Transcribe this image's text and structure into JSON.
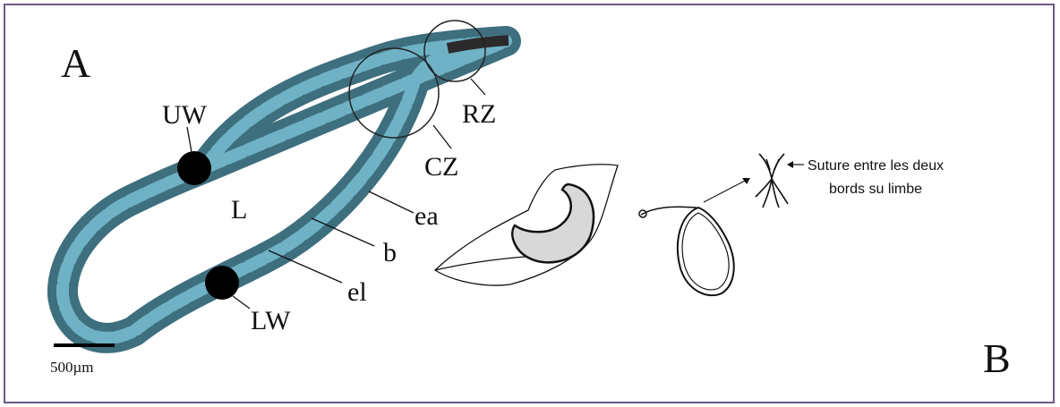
{
  "panel_a": {
    "panel_letter": "A",
    "labels": {
      "uw": "UW",
      "lw": "LW",
      "lumen": "L",
      "rz": "RZ",
      "cz": "CZ",
      "ea": "ea",
      "b": "b",
      "el": "el"
    },
    "scale_bar": "500µm"
  },
  "panel_b": {
    "panel_letter": "B",
    "annotation_line1": "Suture entre les deux",
    "annotation_line2": "bords su limbe"
  },
  "colors": {
    "frame": "#6b5a86",
    "tissue_outer": "#3e6f7e",
    "tissue_inner": "#6fb2c6",
    "ink": "#111111"
  }
}
